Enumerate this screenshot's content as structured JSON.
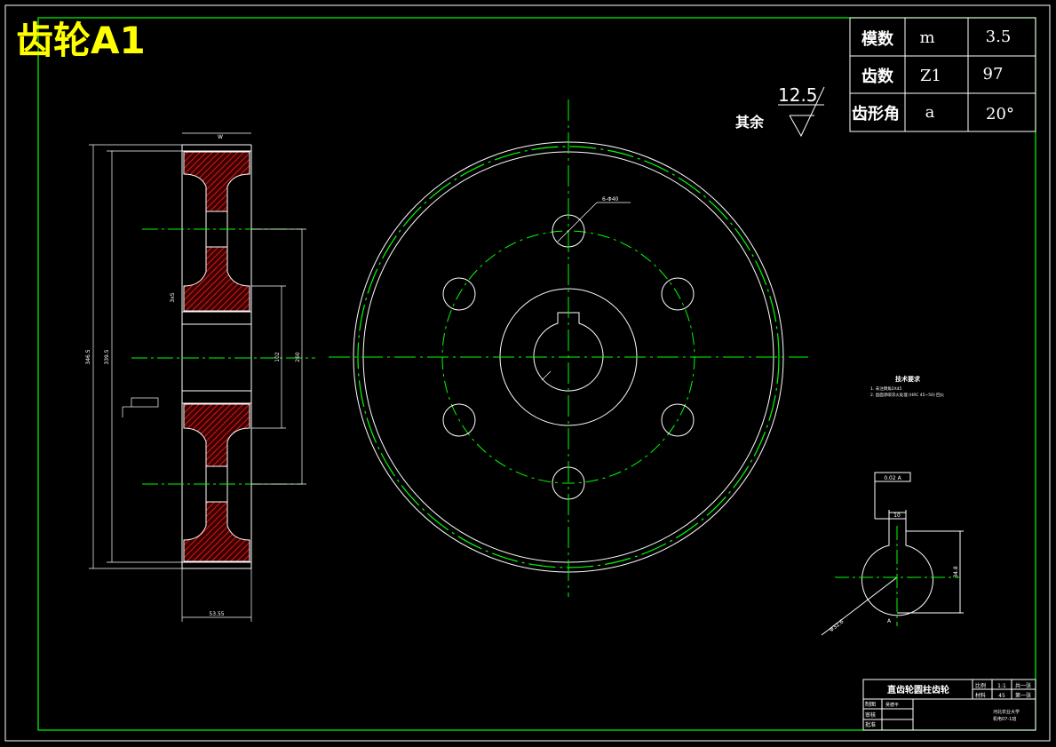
{
  "title": "齿轮A1",
  "roughness": {
    "label": "其余",
    "value": "12.5"
  },
  "params_table": [
    {
      "name": "模数",
      "symbol": "m",
      "value": "3.5"
    },
    {
      "name": "齿数",
      "symbol": "Z1",
      "value": "97"
    },
    {
      "name": "齿形角",
      "symbol": "a",
      "value": "20°"
    }
  ],
  "section_dims": {
    "top_small": "W",
    "od": "346.5",
    "pitch": "339.5",
    "bore": "102",
    "hub": "260",
    "face_width": "53.55",
    "side": "3x5"
  },
  "hole_note": "6-Φ40",
  "key_view": {
    "width": "10",
    "tolerance_box": "0.02 A",
    "depth": "34.8",
    "dia": "Φ32.6",
    "side": "A"
  },
  "tech_req": {
    "title": "技术要求",
    "items": [
      "1. 未注倒角2X45",
      "2. 齿面渗碳淬火处理 (HRC 45~50) 回火"
    ]
  },
  "title_block": {
    "drawing_name": "直齿轮圆柱齿轮",
    "scale_label": "比例",
    "scale": "1:1",
    "sheet_total": "共一张",
    "material_label": "材料",
    "material": "45",
    "sheet_no": "第一张",
    "drawn_label": "制图",
    "drawn_by": "吴德平",
    "check_label": "审核",
    "approve_label": "批准",
    "org1": "河北农业大学",
    "org2": "机电07-1班"
  },
  "colors": {
    "line": "#ffffff",
    "frame": "#00ff00",
    "center": "#00ff00",
    "hatch": "#ff2020",
    "title": "#ffff00"
  }
}
